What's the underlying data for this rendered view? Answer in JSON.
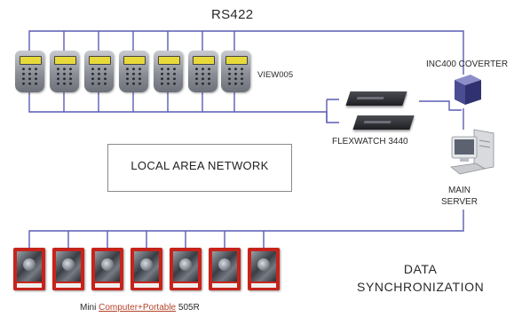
{
  "header": {
    "title": "RS422"
  },
  "labels": {
    "view": "VIEW005",
    "inc": "INC400 COVERTER",
    "flexwatch": "FLEXWATCH 3440",
    "lan": "LOCAL AREA NETWORK",
    "main_line1": "MAIN",
    "main_line2": "SERVER",
    "data_line1": "DATA",
    "data_line2": "SYNCHRONIZATION",
    "mini_part1": "Mini",
    "mini_part2": "Computer+Portable",
    "mini_part3": "505R"
  },
  "colors": {
    "wire": "#5a5cb4",
    "reader_screen": "#e8d93a",
    "mini_frame": "#c6241b"
  },
  "device_counts": {
    "readers": 7,
    "mini_computers": 7
  }
}
